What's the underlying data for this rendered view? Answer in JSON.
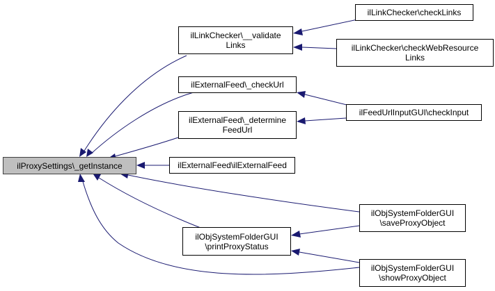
{
  "diagram": {
    "type": "call-graph (caller graph)",
    "edge_color": "#191970",
    "root_fill": "#bfbfbf",
    "nodes": {
      "root": {
        "lines": [
          "ilProxySettings\\_getInstance"
        ]
      },
      "validate_links": {
        "lines": [
          "ilLinkChecker\\__validate",
          "Links"
        ]
      },
      "check_links": {
        "lines": [
          "ilLinkChecker\\checkLinks"
        ]
      },
      "check_web_resource_links": {
        "lines": [
          "ilLinkChecker\\checkWebResource",
          "Links"
        ]
      },
      "check_url": {
        "lines": [
          "ilExternalFeed\\_checkUrl"
        ]
      },
      "determine_feed_url": {
        "lines": [
          "ilExternalFeed\\_determine",
          "FeedUrl"
        ]
      },
      "check_input": {
        "lines": [
          "ilFeedUrlInputGUI\\checkInput"
        ]
      },
      "il_external_feed": {
        "lines": [
          "ilExternalFeed\\ilExternalFeed"
        ]
      },
      "print_proxy_status": {
        "lines": [
          "ilObjSystemFolderGUI",
          "\\printProxyStatus"
        ]
      },
      "save_proxy_object": {
        "lines": [
          "ilObjSystemFolderGUI",
          "\\saveProxyObject"
        ]
      },
      "show_proxy_object": {
        "lines": [
          "ilObjSystemFolderGUI",
          "\\showProxyObject"
        ]
      }
    },
    "edges": [
      {
        "from": "validate_links",
        "to": "root"
      },
      {
        "from": "check_url",
        "to": "root"
      },
      {
        "from": "determine_feed_url",
        "to": "root"
      },
      {
        "from": "il_external_feed",
        "to": "root"
      },
      {
        "from": "save_proxy_object",
        "to": "root"
      },
      {
        "from": "print_proxy_status",
        "to": "root"
      },
      {
        "from": "show_proxy_object",
        "to": "root"
      },
      {
        "from": "check_links",
        "to": "validate_links"
      },
      {
        "from": "check_web_resource_links",
        "to": "validate_links"
      },
      {
        "from": "check_input",
        "to": "check_url"
      },
      {
        "from": "check_input",
        "to": "determine_feed_url"
      },
      {
        "from": "save_proxy_object",
        "to": "print_proxy_status"
      },
      {
        "from": "show_proxy_object",
        "to": "print_proxy_status"
      }
    ]
  }
}
